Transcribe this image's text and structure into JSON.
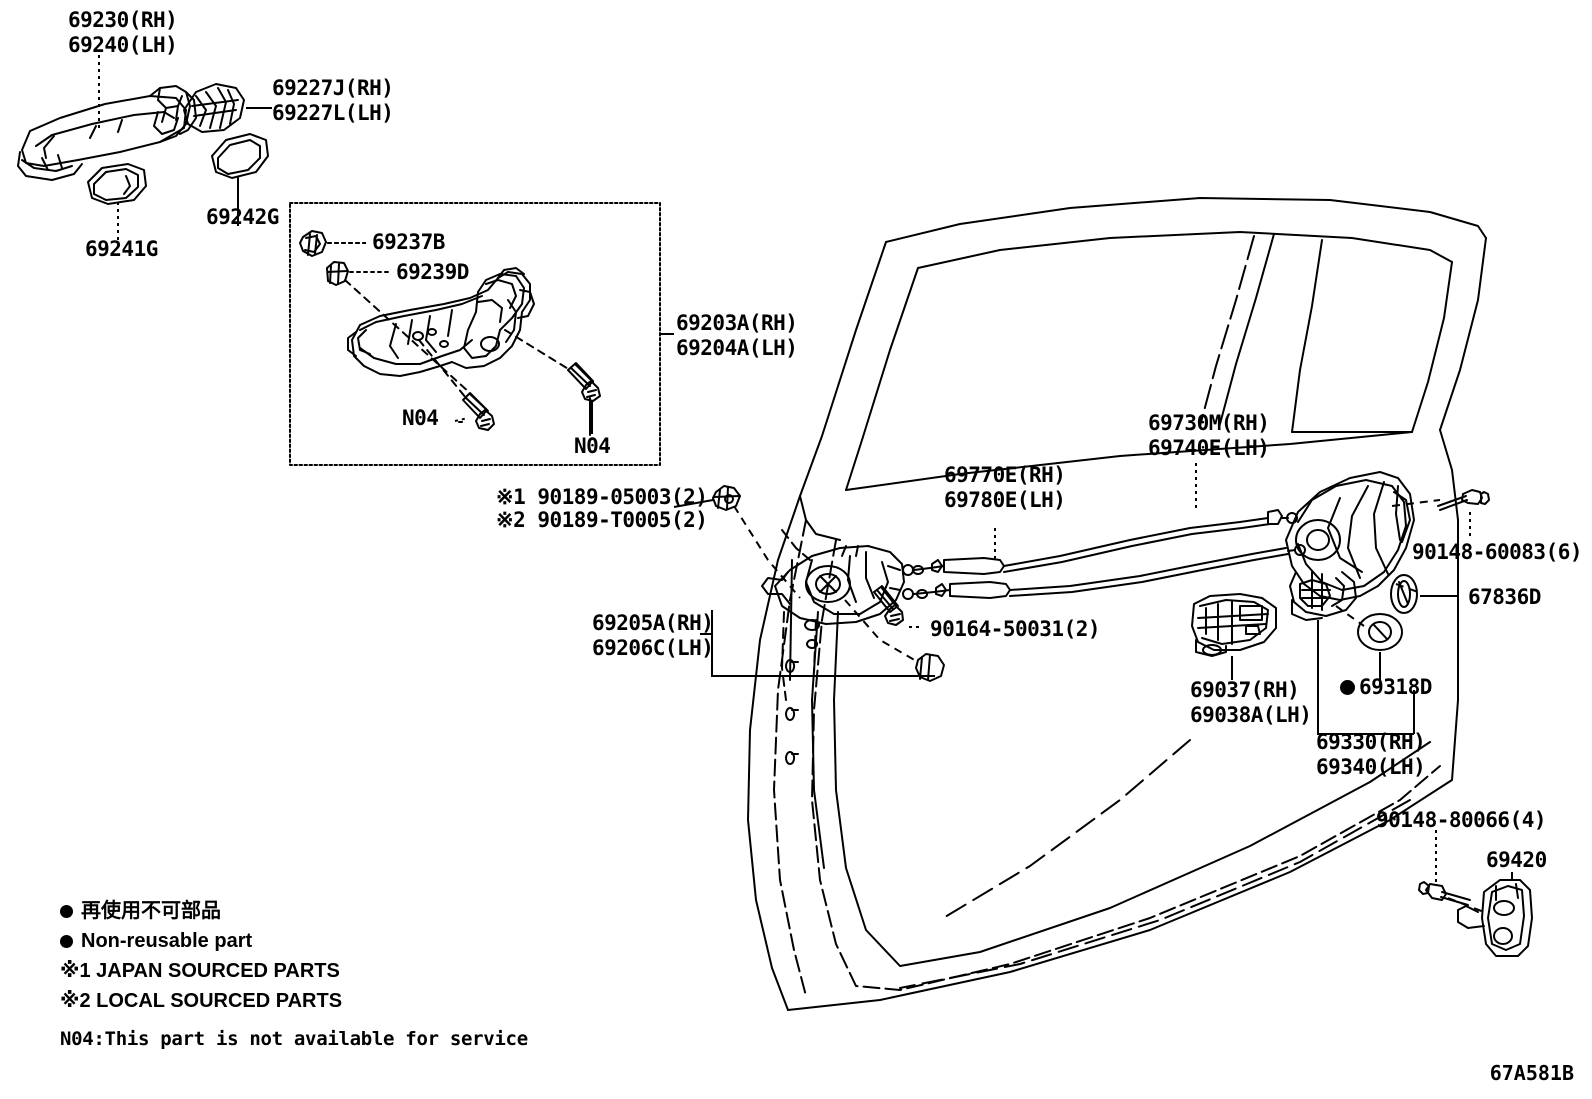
{
  "diagram": {
    "code": "67A581B",
    "title_parts": "Rear door lock and handle exploded parts diagram"
  },
  "labels": {
    "outside_handle": {
      "rh": "69230(RH)",
      "lh": "69240(LH)"
    },
    "handle_cap": {
      "rh": "69227J(RH)",
      "lh": "69227L(LH)"
    },
    "cover_69241g": "69241G",
    "cover_69242g": "69242G",
    "inset_clip_a": "69237B",
    "inset_clip_b": "69239D",
    "inset_bolt_left": "N04",
    "inset_bolt_right": "N04",
    "frame_sub_assy": {
      "rh": "69203A(RH)",
      "lh": "69204A(LH)"
    },
    "screw_note_1": "※1 90189-05003(2)",
    "screw_note_2": "※2 90189-T0005(2)",
    "lock_assy": {
      "rh": "69205A(RH)",
      "lh": "69206C(LH)"
    },
    "screw_90164": "90164-50031(2)",
    "cable_a": {
      "rh": "69770E(RH)",
      "lh": "69780E(LH)"
    },
    "cable_b": {
      "rh": "69730M(RH)",
      "lh": "69740E(LH)"
    },
    "motor_69037": {
      "rh": "69037(RH)",
      "lh": "69038A(LH)"
    },
    "screw_90148_60083": "90148-60083(6)",
    "grommet_67836d": "67836D",
    "clip_69318d": "69318D",
    "regulator": {
      "rh": "69330(RH)",
      "lh": "69340(LH)"
    },
    "screw_90148_80066": "90148-80066(4)",
    "striker_69420": "69420"
  },
  "legend": {
    "non_reusable_jp": "再使用不可部品",
    "non_reusable_en": "Non-reusable part",
    "note_japan": "※1 JAPAN SOURCED PARTS",
    "note_local": "※2 LOCAL SOURCED PARTS",
    "note_n04": "N04:This part is not available for service"
  }
}
